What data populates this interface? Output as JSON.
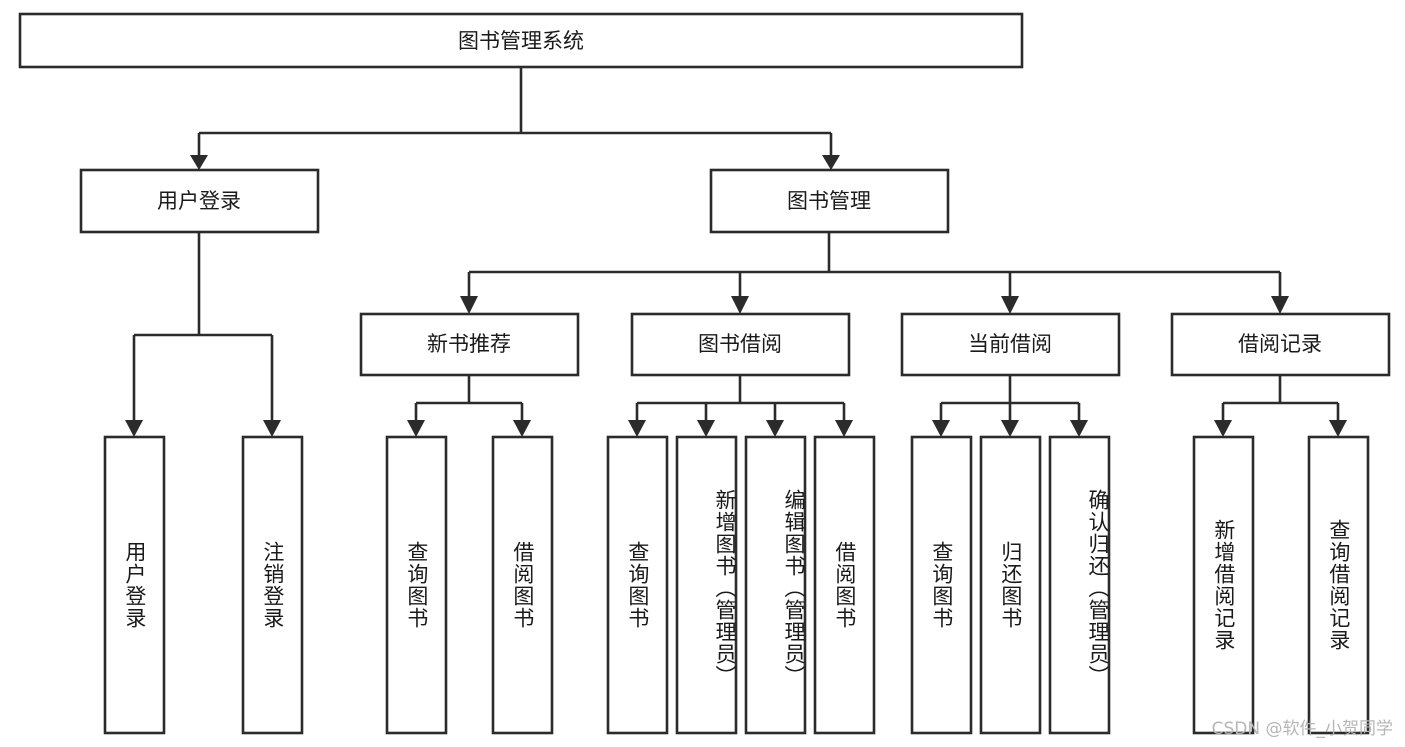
{
  "diagram": {
    "type": "tree",
    "title": "图书管理系统",
    "watermark": "CSDN @软件_小贺同学",
    "colors": {
      "box_stroke": "#2b2b2b",
      "box_fill": "#ffffff",
      "text": "#1a1a1a",
      "watermark": "#b6b6b6",
      "background": "#ffffff"
    },
    "root": {
      "label": "图书管理系统"
    },
    "level2": [
      {
        "label": "用户登录"
      },
      {
        "label": "图书管理"
      }
    ],
    "level3": [
      {
        "label": "新书推荐"
      },
      {
        "label": "图书借阅"
      },
      {
        "label": "当前借阅"
      },
      {
        "label": "借阅记录"
      }
    ],
    "leaves": {
      "user_login": [
        {
          "label": "用户登录"
        },
        {
          "label": "注销登录"
        }
      ],
      "new_book_recommend": [
        {
          "label": "查询图书"
        },
        {
          "label": "借阅图书"
        }
      ],
      "book_borrow": [
        {
          "label": "查询图书"
        },
        {
          "label": "新增图书（管理员）"
        },
        {
          "label": "编辑图书（管理员）"
        },
        {
          "label": "借阅图书"
        }
      ],
      "current_borrow": [
        {
          "label": "查询图书"
        },
        {
          "label": "归还图书"
        },
        {
          "label": "确认归还（管理员）"
        }
      ],
      "borrow_record": [
        {
          "label": "新增借阅记录"
        },
        {
          "label": "查询借阅记录"
        }
      ]
    }
  }
}
